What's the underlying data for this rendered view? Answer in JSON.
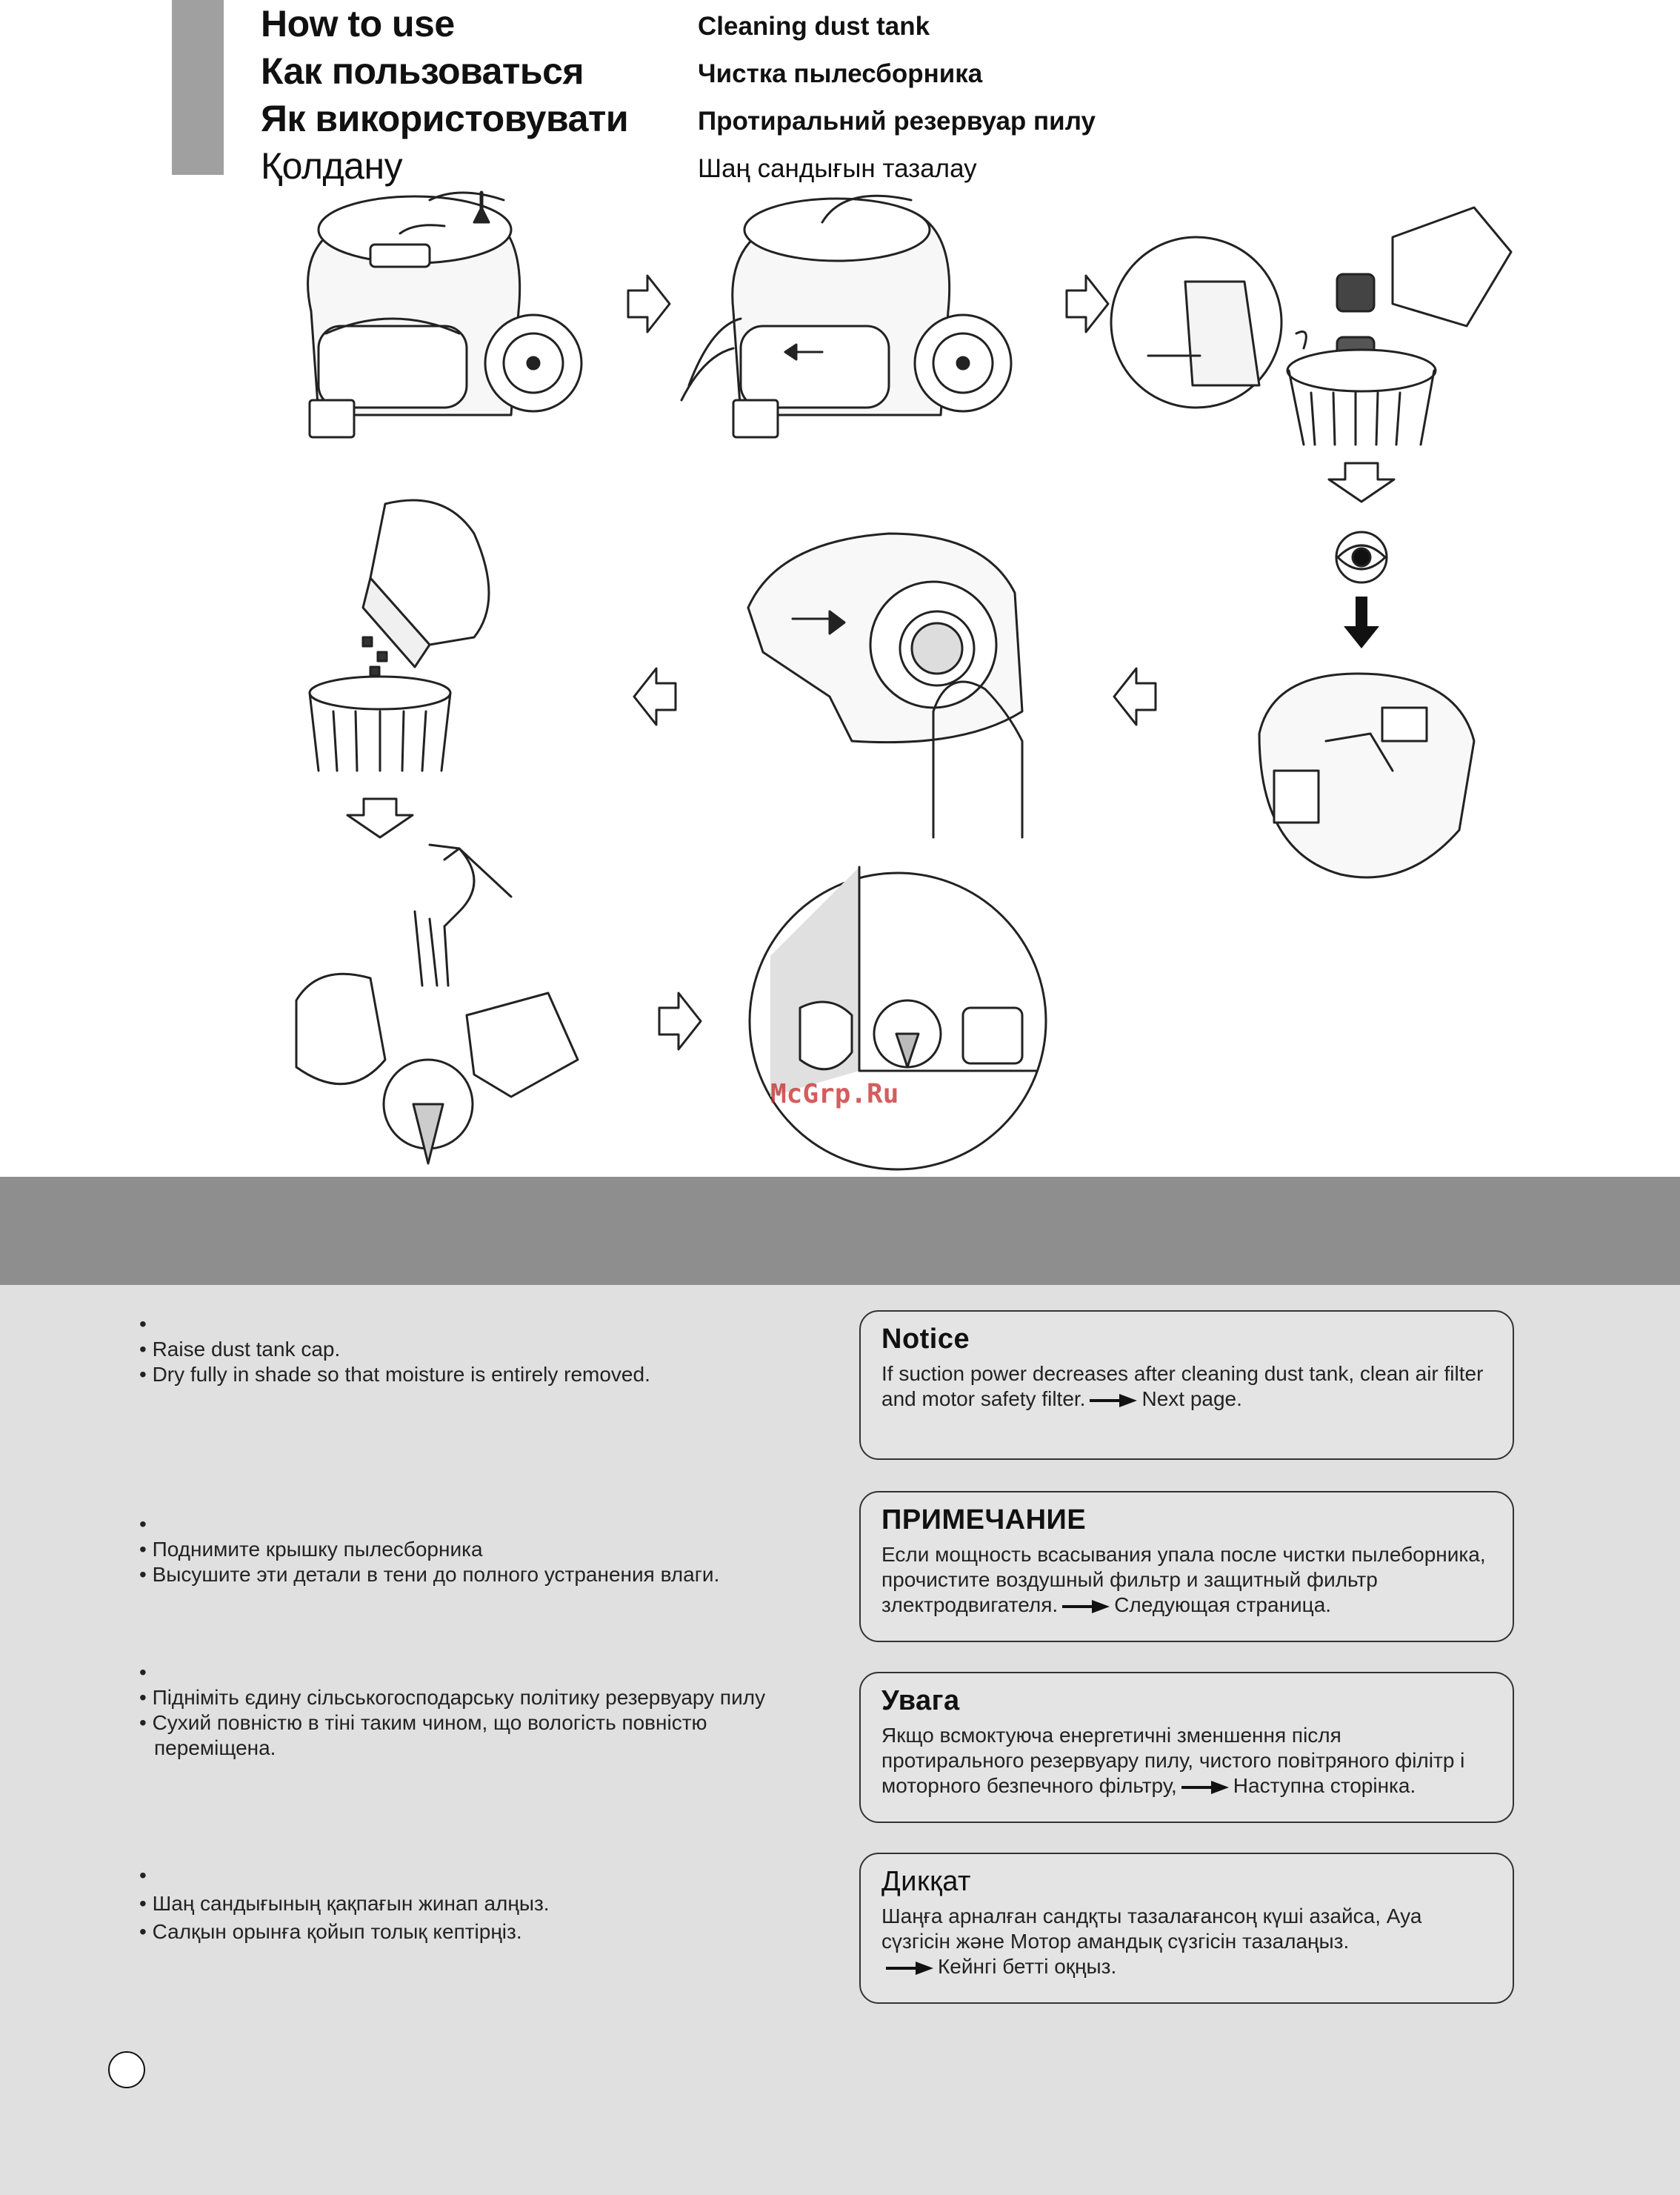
{
  "header": {
    "titles": [
      "How to use",
      "Как пользоваться",
      "Як використовувати",
      "Қолдану"
    ],
    "subtitles": [
      "Cleaning dust tank",
      "Чистка пылесборника",
      "Протиральний резервуар пилу",
      "Шаң сандығын тазалау"
    ]
  },
  "watermark": "McGrp.Ru",
  "sections": [
    {
      "bullets": [
        "•",
        "• Raise dust tank cap.",
        "• Dry fully in shade so that moisture is entirely removed."
      ],
      "notice_title": "Notice",
      "notice_lines": [
        "If suction power decreases after cleaning dust tank, clean air filter",
        "and motor safety filter."
      ],
      "notice_next": "Next page."
    },
    {
      "bullets": [
        "•",
        "• Поднимите крышку пылесборника",
        "• Высушите эти детали в тени до полного устранения влаги."
      ],
      "notice_title": "ПРИМЕЧАНИЕ",
      "notice_lines": [
        "Если мощность всасывания упала после чистки пылеборника,",
        "прочистите воздушный фильтр и защитный фильтр",
        "злектродвигателя."
      ],
      "notice_next": "Следующая страница."
    },
    {
      "bullets": [
        "•",
        "• Підніміть єдину сільськогосподарську політику резервуару пилу",
        "• Сухий повністю в тіні таким чином, що вологість повністю переміщена."
      ],
      "notice_title": "Увага",
      "notice_lines": [
        "Якщо всмоктуюча енергетичні зменшення після",
        "протирального резервуару пилу, чистого повітряного філітр і",
        "моторного безпечного фільтру,"
      ],
      "notice_next": "Наступна сторінка."
    },
    {
      "bullets": [
        "•",
        "• Шаң  сандығының  қақпағын  жинап  алңыз.",
        "• Салқын  орынға  қойып  толық  кептірңіз."
      ],
      "notice_title": "Дикқат",
      "notice_lines": [
        "Шаңға  арналған  сандқты  тазалағансоң  күші  азайса,  Ауа",
        "сүзгісін  және  Мотор  амандық  сүзгісін  тазалаңыз."
      ],
      "notice_next": "Кейнгі  бетті  оқңыз."
    }
  ]
}
